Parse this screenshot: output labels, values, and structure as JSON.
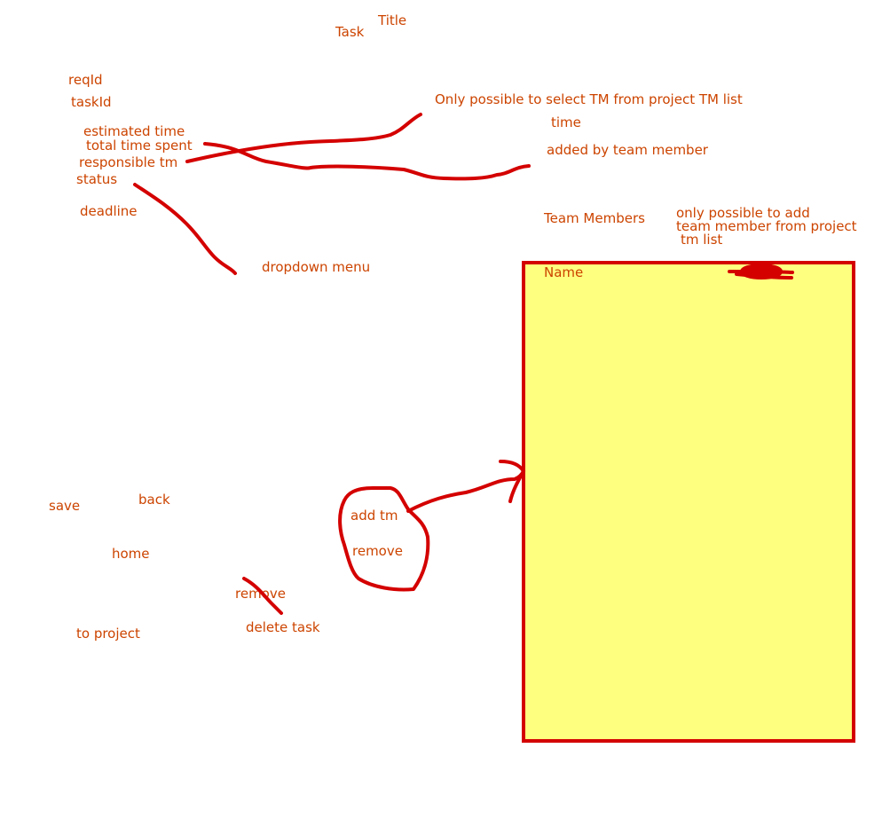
{
  "colors": {
    "text": "#cc4400",
    "ink": "#d40000",
    "panel_fill": "#ffff7f",
    "background": "#ffffff"
  },
  "header": {
    "title": "Title",
    "task": "Task"
  },
  "fields": {
    "reqId": "reqId",
    "taskId": "taskId",
    "estimated_time": "estimated time",
    "total_time_spent": "total time spent",
    "responsible_tm": "responsible tm",
    "status": "status",
    "deadline": "deadline"
  },
  "notes": {
    "select_tm": "Only possible to select TM from project TM list",
    "time": "time",
    "added_by": "added by team member",
    "dropdown": "dropdown menu",
    "add_tm_note_1": "only possible to add",
    "add_tm_note_2": "team member from project",
    "add_tm_note_3": "tm list"
  },
  "team_panel": {
    "heading": "Team Members",
    "column_name": "Name"
  },
  "actions": {
    "save": "save",
    "back": "back",
    "home": "home",
    "to_project": "to project",
    "add_tm": "add tm",
    "remove_tm": "remove",
    "remove_task": "remove",
    "delete_task": "delete task"
  }
}
